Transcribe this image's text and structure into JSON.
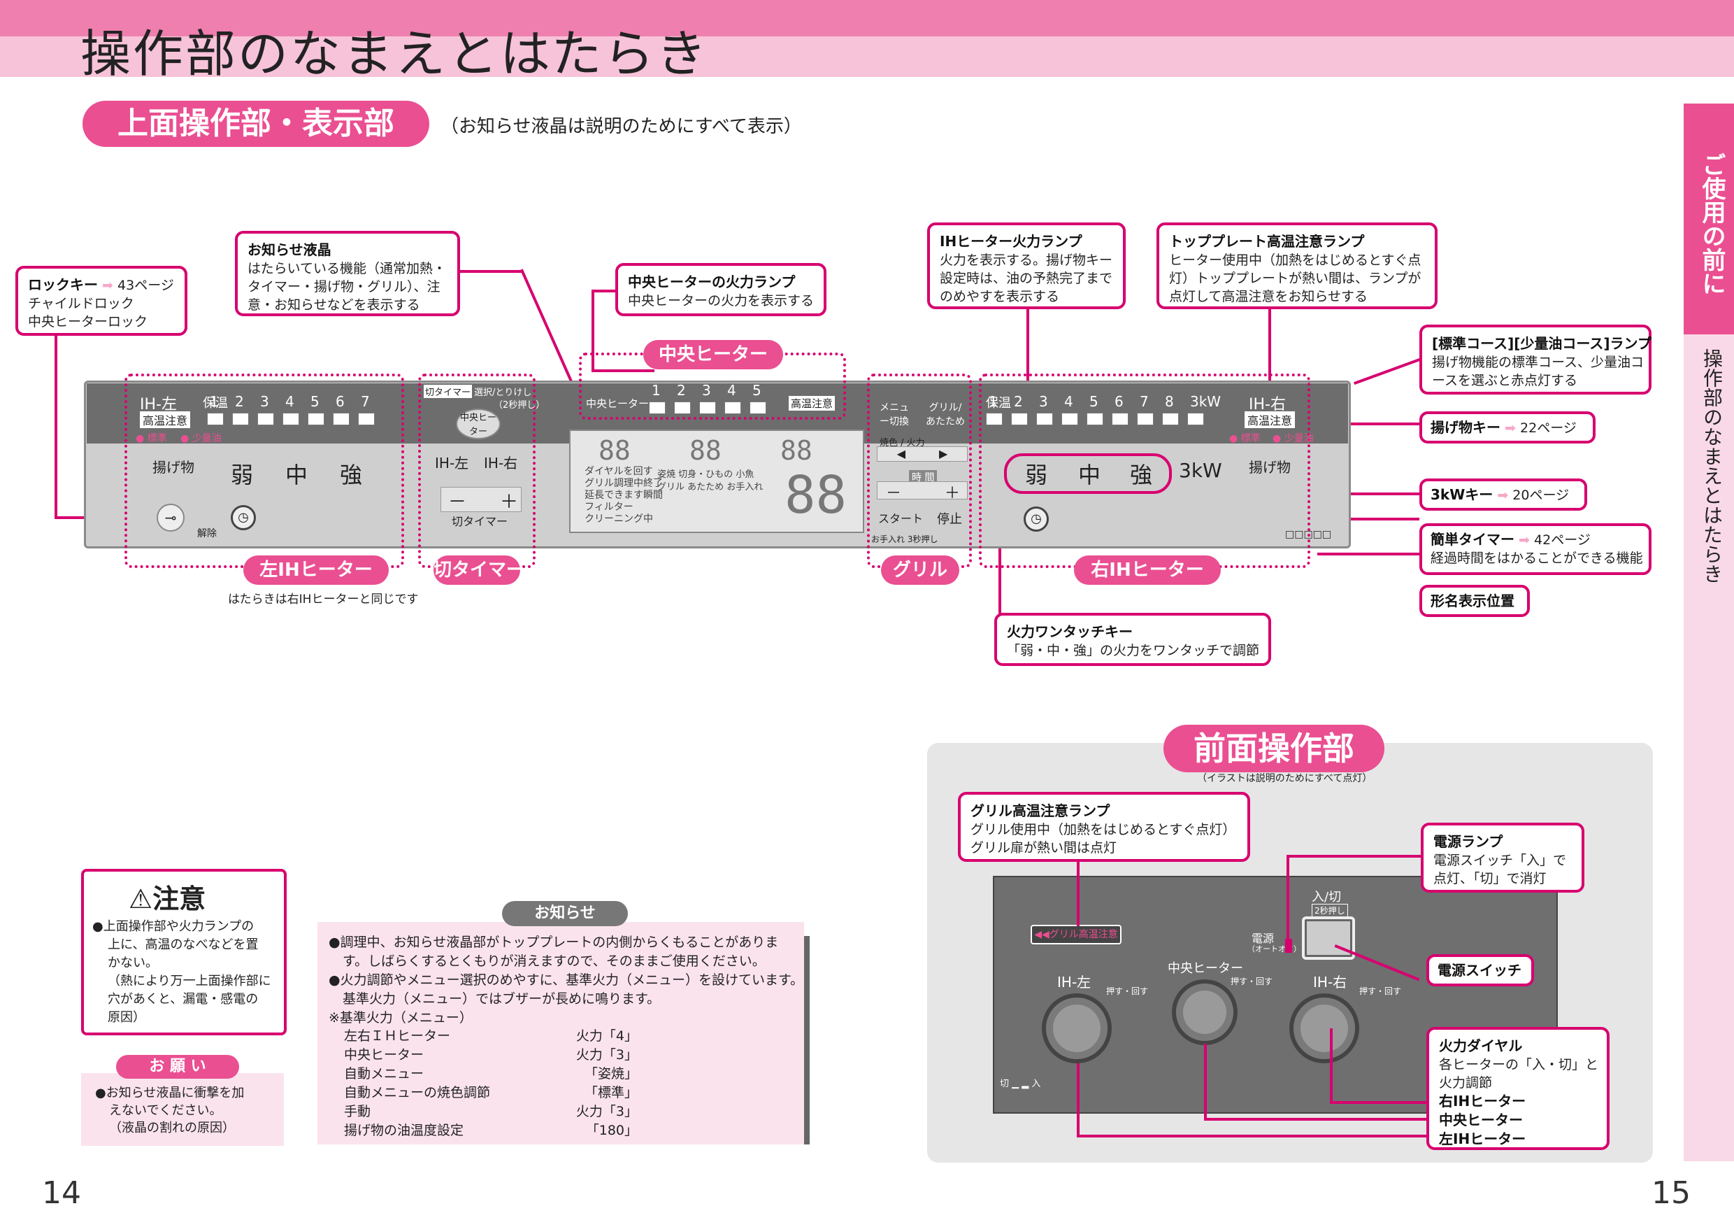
{
  "page_title": "操作部のなまえとはたらき",
  "side": {
    "section_active": "ご使用の前に",
    "section": "操作部のなまえとはたらき"
  },
  "top_section": {
    "title": "上面操作部・表示部",
    "note": "（お知らせ液晶は説明のためにすべて表示）"
  },
  "callouts": {
    "lock": {
      "title": "ロックキー",
      "ref": "43ページ",
      "lines": [
        "チャイルドロック",
        "中央ヒーターロック"
      ]
    },
    "lcd": {
      "title": "お知らせ液晶",
      "lines": [
        "はたらいている機能（通常加熱・",
        "タイマー・揚げ物・グリル）、注",
        "意・お知らせなどを表示する"
      ]
    },
    "center_lamp": {
      "title": "中央ヒーターの火力ランプ",
      "lines": [
        "中央ヒーターの火力を表示する"
      ]
    },
    "ih_lamp": {
      "title": "IHヒーター火力ランプ",
      "lines": [
        "火力を表示する。揚げ物キー",
        "設定時は、油の予熱完了まで",
        "のめやすを表示する"
      ]
    },
    "top_plate": {
      "title": "トッププレート高温注意ランプ",
      "lines": [
        "ヒーター使用中（加熱をはじめるとすぐ点",
        "灯）トッププレートが熱い間は、ランプが",
        "点灯して高温注意をお知らせする"
      ]
    },
    "course": {
      "title": "[標準コース][少量油コース]ランプ",
      "lines": [
        "揚げ物機能の標準コース、少量油コ",
        "ースを選ぶと赤点灯する"
      ]
    },
    "agemono": {
      "title": "揚げ物キー",
      "ref": "22ページ"
    },
    "kw3": {
      "title": "3kWキー",
      "ref": "20ページ"
    },
    "timer": {
      "title": "簡単タイマー",
      "ref": "42ページ",
      "lines": [
        "経過時間をはかることができる機能"
      ]
    },
    "model": {
      "title": "形名表示位置"
    },
    "onetouch": {
      "title": "火力ワンタッチキー",
      "lines": [
        "「弱・中・強」の火力をワンタッチで調節"
      ]
    }
  },
  "panel": {
    "ih_left_tag": "IH-左",
    "ih_right_tag": "IH-右",
    "hoon": "保温",
    "levels": [
      "1",
      "2",
      "3",
      "4",
      "5",
      "6",
      "7"
    ],
    "levels_r": [
      "1",
      "2",
      "3",
      "4",
      "5",
      "6",
      "7",
      "8",
      "3kW"
    ],
    "high_temp": "高温注意",
    "std": "● 標準",
    "small_oil": "● 少量油",
    "agemono": "揚げ物",
    "weak": "弱",
    "mid": "中",
    "strong": "強",
    "kw3": "3kW",
    "release": "解除",
    "kiri_timer": "切タイマー",
    "select": "選択/とりけし",
    "two_sec": "（2秒押し）",
    "chuo_heater": "中央ヒーター",
    "ih_l": "IH-左",
    "ih_r": "IH-右",
    "minus": "－",
    "plus": "＋",
    "center_levels": [
      "1",
      "2",
      "3",
      "4",
      "5"
    ],
    "menu": "メニュー切換",
    "grill_warm": "グリル/あたため",
    "yakiiro": "焼色 / 火力",
    "jikan": "時 間",
    "start": "スタート",
    "stop": "停止",
    "care": "お手入れ 3秒押し",
    "lcd_text": [
      "ダイヤルを回す",
      "グリル調理中終了",
      "延長できます瞬間",
      "フィルター",
      "クリーニング中"
    ],
    "lcd_menu": [
      "姿焼",
      "切身・ひもの",
      "小魚",
      "グリル",
      "あたため",
      "お手入れ"
    ],
    "lcd_big": "88",
    "model_marks": "□□□□□"
  },
  "zone_labels": {
    "left": "左IHヒーター",
    "kiri": "切タイマー",
    "grill": "グリル",
    "right": "右IHヒーター",
    "center": "中央ヒーター"
  },
  "left_note": "はたらきは右IHヒーターと同じです",
  "front": {
    "title": "前面操作部",
    "subtitle": "（イラストは説明のためにすべて点灯）",
    "grill_lamp": {
      "title": "グリル高温注意ランプ",
      "lines": [
        "グリル使用中（加熱をはじめるとすぐ点灯）",
        "グリル扉が熱い間は点灯"
      ]
    },
    "power_lamp": {
      "title": "電源ランプ",
      "lines": [
        "電源スイッチ「入」で",
        "点灯、「切」で消灯"
      ]
    },
    "power_switch": {
      "title": "電源スイッチ"
    },
    "dial": {
      "title": "火力ダイヤル",
      "lines": [
        "各ヒーターの「入・切」と",
        "火力調節"
      ],
      "items": [
        "右IHヒーター",
        "中央ヒーター",
        "左IHヒーター"
      ]
    },
    "panel": {
      "grill_warn": "◀◀グリル高温注意",
      "power": "電源",
      "auto_off": "（オートオフ）",
      "on_off": "入/切",
      "two_sec": "2秒押し",
      "ih_l": "IH-左",
      "center": "中央ヒーター",
      "ih_r": "IH-右",
      "push": "押す・回す",
      "kiri_iri": "切 ▁ ▂ 入"
    }
  },
  "caution": {
    "title": "注意",
    "lines": [
      "●上面操作部や火力ランプの",
      "上に、高温のなべなどを置",
      "かない。",
      "（熱により万一上面操作部に",
      "穴があくと、漏電・感電の",
      "原因）"
    ]
  },
  "request": {
    "title": "お 願 い",
    "lines": [
      "●お知らせ液晶に衝撃を加",
      "えないでください。",
      "（液晶の割れの原因）"
    ]
  },
  "info": {
    "title": "お知らせ",
    "lines": [
      "●調理中、お知らせ液晶部がトッププレートの内側からくもることがありま",
      "す。しばらくするとくもりが消えますので、そのままご使用ください。",
      "●火力調節やメニュー選択のめやすに、基準火力（メニュー）を設けています。",
      "基準火力（メニュー）ではブザーが長めに鳴ります。",
      "※基準火力（メニュー）"
    ],
    "table": [
      [
        "左右ＩＨヒーター",
        "火力「4」"
      ],
      [
        "中央ヒーター",
        "火力「3」"
      ],
      [
        "自動メニュー",
        "「姿焼」"
      ],
      [
        "自動メニューの焼色調節",
        "「標準」"
      ],
      [
        "手動",
        "火力「3」"
      ],
      [
        "揚げ物の油温度設定",
        "「180」"
      ]
    ]
  },
  "page_numbers": {
    "left": "14",
    "right": "15"
  }
}
